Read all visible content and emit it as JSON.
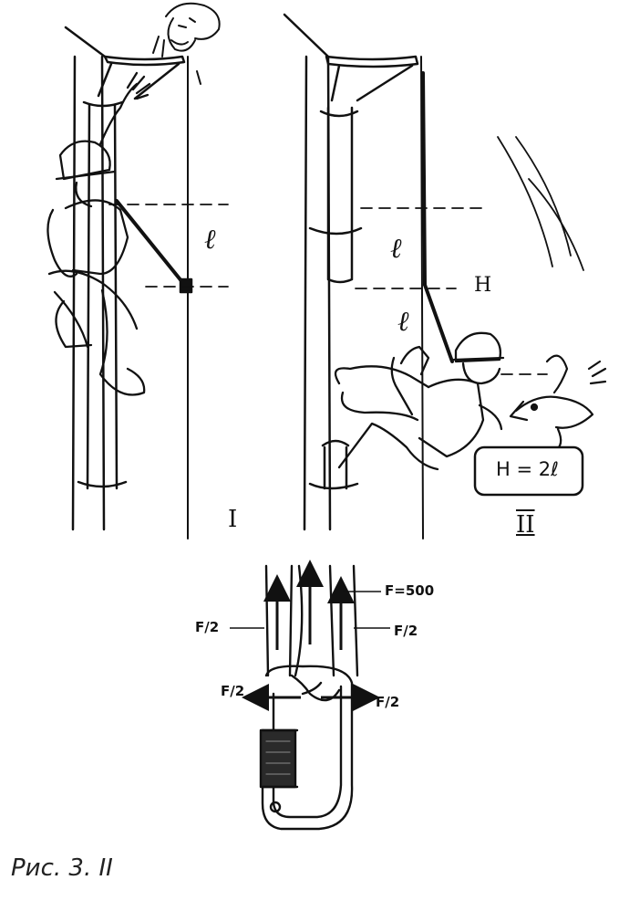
{
  "figure": {
    "caption": "Рис. 3. II",
    "panel_1": {
      "numeral": "I",
      "length_label": "ℓ"
    },
    "panel_2": {
      "numeral": "II",
      "length_label_upper": "ℓ",
      "length_label_lower": "ℓ",
      "height_label": "H",
      "speech_bubble": "H = 2ℓ"
    },
    "carabiner": {
      "force_total": "F=500",
      "force_half_left_up": "F/2",
      "force_half_right_up": "F/2",
      "force_half_left_side": "F/2",
      "force_half_right_side": "F/2"
    }
  }
}
